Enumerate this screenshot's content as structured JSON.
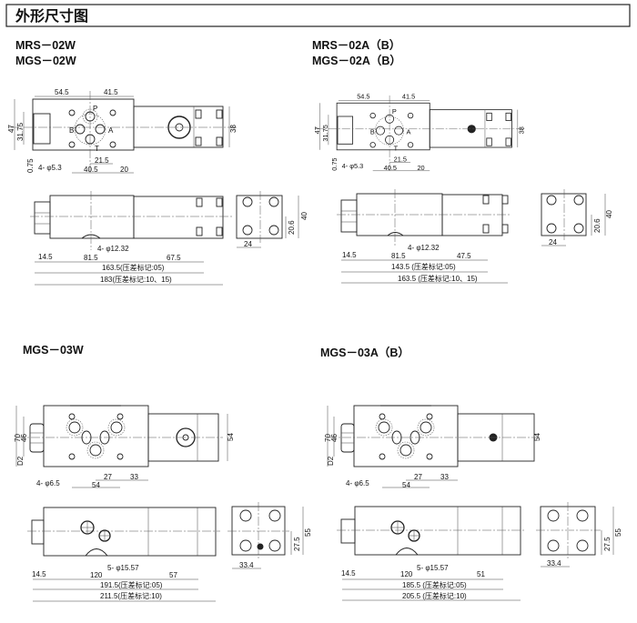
{
  "title": "外形尺寸图",
  "drawings": [
    {
      "models": [
        "MRS－02W",
        "MGS－02W"
      ],
      "top": {
        "d1": "54.5",
        "d2": "41.5",
        "h1": "47",
        "h2": "31.75",
        "h3": "38",
        "off": "0.75",
        "holes": "4- φ5.3",
        "x1": "21.5",
        "x2": "40.5",
        "x3": "20",
        "P": "P",
        "A": "A",
        "B": "B",
        "T": "T"
      },
      "side": {
        "a": "14.5",
        "b": "81.5",
        "c": "67.5",
        "holes": "4- φ12.32",
        "len1": "163.5(压差标记:05)",
        "len2": "183(压差标记:10、15)"
      },
      "end": {
        "w": "24",
        "h1": "20.6",
        "h2": "40"
      }
    },
    {
      "models": [
        "MRS－02A（B）",
        "MGS－02A（B）"
      ],
      "top": {
        "d1": "54.5",
        "d2": "41.5",
        "h1": "47",
        "h2": "31.75",
        "h3": "38",
        "off": "0.75",
        "holes": "4- φ5.3",
        "x1": "21.5",
        "x2": "40.5",
        "x3": "20",
        "P": "P",
        "A": "A",
        "B": "B",
        "T": "T"
      },
      "side": {
        "a": "14.5",
        "b": "81.5",
        "c": "47.5",
        "holes": "4- φ12.32",
        "len1": "143.5 (压差标记:05)",
        "len2": "163.5 (压差标记:10、15)"
      },
      "end": {
        "w": "24",
        "h1": "20.6",
        "h2": "40"
      }
    },
    {
      "models": [
        "MGS－03W"
      ],
      "top": {
        "h1": "70",
        "h2": "46",
        "off": "D2",
        "holes": "4- φ6.5",
        "x1": "27",
        "x2": "33",
        "x3": "54",
        "h3": "54"
      },
      "side": {
        "a": "14.5",
        "b": "120",
        "c": "57",
        "holes": "5- φ15.57",
        "len1": "191.5(压差标记:05)",
        "len2": "211.5(压差标记:10)"
      },
      "end": {
        "w": "33.4",
        "h1": "27.5",
        "h2": "55"
      }
    },
    {
      "models": [
        "MGS－03A（B）"
      ],
      "top": {
        "h1": "70",
        "h2": "46",
        "off": "D2",
        "holes": "4- φ6.5",
        "x1": "27",
        "x2": "33",
        "x3": "54",
        "h3": "54"
      },
      "side": {
        "a": "14.5",
        "b": "120",
        "c": "51",
        "holes": "5- φ15.57",
        "len1": "185.5 (压差标记:05)",
        "len2": "205.5 (压差标记:10)"
      },
      "end": {
        "w": "33.4",
        "h1": "27.5",
        "h2": "55"
      }
    }
  ]
}
